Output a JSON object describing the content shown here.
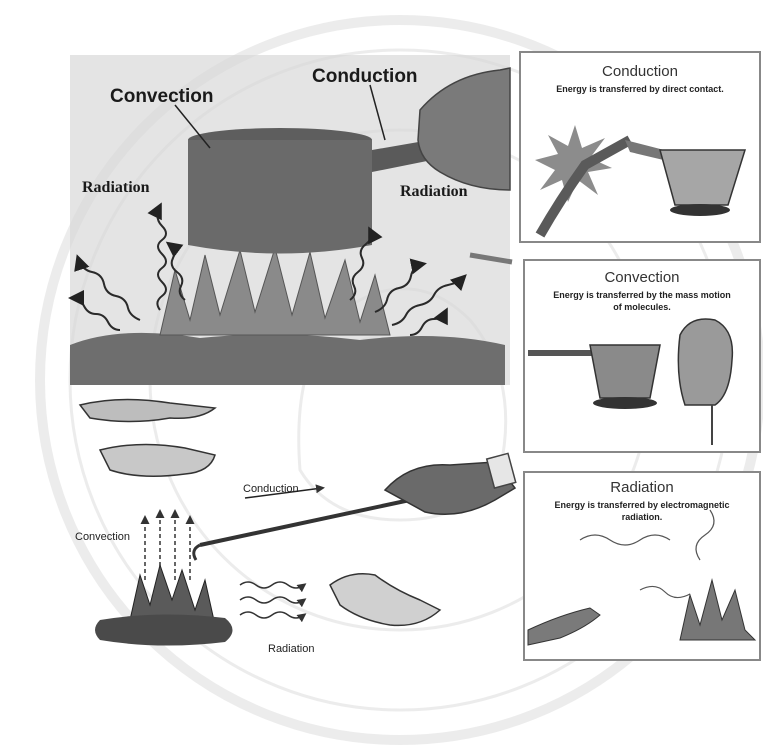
{
  "main_scene": {
    "labels": {
      "convection": "Convection",
      "conduction": "Conduction",
      "radiation_left": "Radiation",
      "radiation_right": "Radiation"
    }
  },
  "bottom_scene": {
    "labels": {
      "conduction": "Conduction",
      "convection": "Convection",
      "radiation": "Radiation"
    }
  },
  "panels": {
    "conduction": {
      "title": "Conduction",
      "caption": "Energy is transferred by direct contact."
    },
    "convection": {
      "title": "Convection",
      "caption_line1": "Energy is transferred by the mass motion",
      "caption_line2": "of molecules."
    },
    "radiation": {
      "title": "Radiation",
      "caption_line1": "Energy is transferred by electromagnetic",
      "caption_line2": "radiation."
    }
  }
}
